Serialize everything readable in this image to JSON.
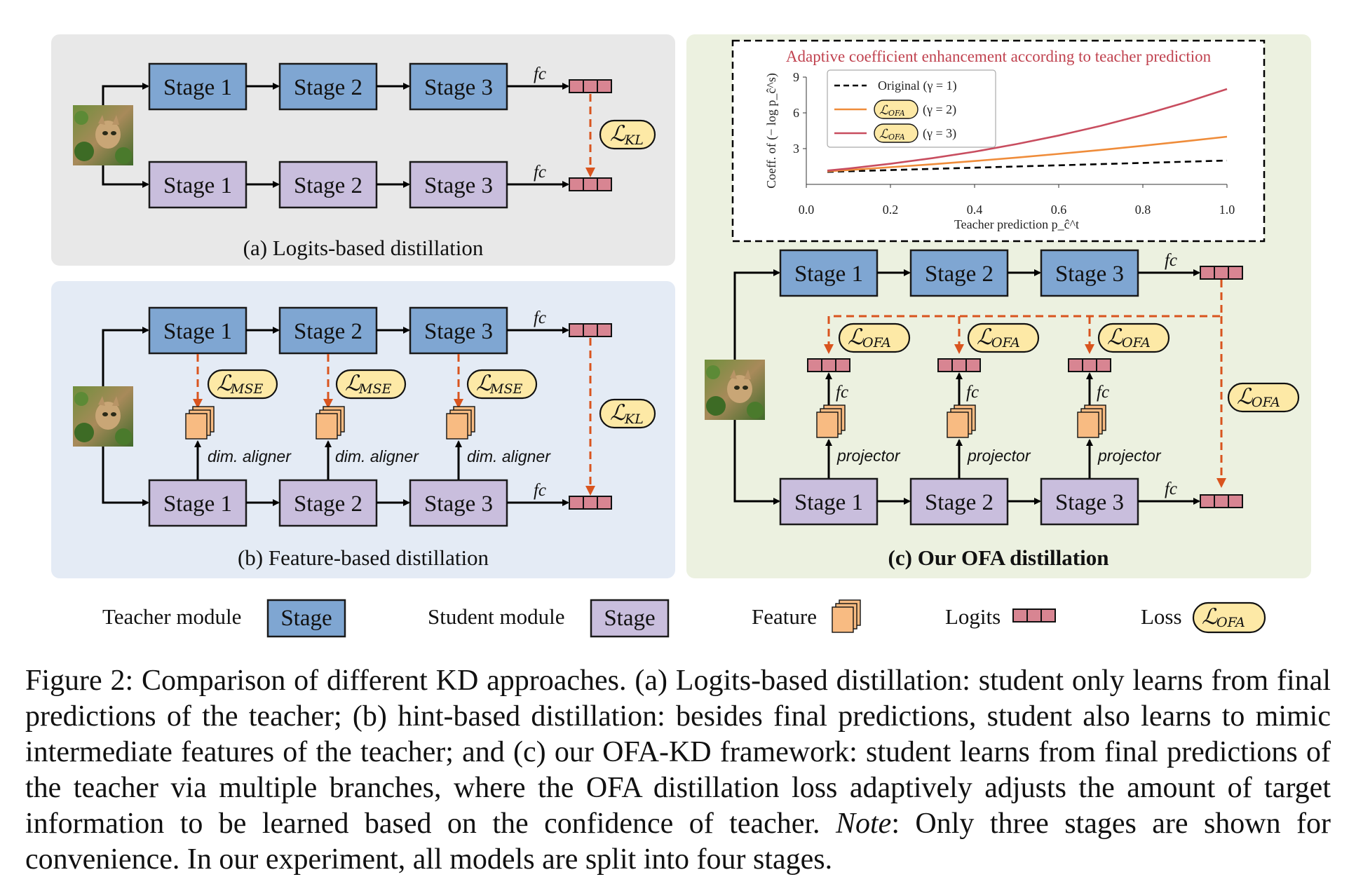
{
  "panels": {
    "a": {
      "title": "(a) Logits-based distillation",
      "loss": "KL"
    },
    "b": {
      "title": "(b) Feature-based distillation",
      "loss_feat": "MSE",
      "loss_out": "KL",
      "aligner": "dim. aligner"
    },
    "c": {
      "title": "(c) Our OFA distillation",
      "loss": "OFA",
      "projector": "projector"
    }
  },
  "stage_labels": [
    "Stage 1",
    "Stage 2",
    "Stage 3"
  ],
  "fc_label": "fc",
  "inset_chart": {
    "title": "Adaptive coefficient enhancement according to teacher prediction",
    "xlabel": "Teacher prediction p_ĉ^t",
    "ylabel": "Coeff. of (− log p_ĉ^s)",
    "xticks": [
      "0.0",
      "0.2",
      "0.4",
      "0.6",
      "0.8",
      "1.0"
    ],
    "yticks": [
      "3",
      "6",
      "9"
    ],
    "legend": [
      {
        "label": "Original (γ = 1)",
        "style": "dashed",
        "color": "#000000"
      },
      {
        "label": "(γ = 2)",
        "loss": "OFA",
        "color": "#ef8c3a"
      },
      {
        "label": "(γ = 3)",
        "loss": "OFA",
        "color": "#c84d5f"
      }
    ]
  },
  "chart_data": {
    "type": "line",
    "title": "Adaptive coefficient enhancement according to teacher prediction",
    "xlabel": "Teacher prediction p_ĉ^t",
    "ylabel": "Coeff. of (− log p_ĉ^s)",
    "xlim": [
      0.0,
      1.0
    ],
    "ylim": [
      0,
      9
    ],
    "x": [
      0.05,
      0.1,
      0.2,
      0.3,
      0.4,
      0.5,
      0.6,
      0.7,
      0.8,
      0.9,
      1.0
    ],
    "series": [
      {
        "name": "Original (γ = 1)",
        "values": [
          1.05,
          1.1,
          1.2,
          1.3,
          1.4,
          1.5,
          1.6,
          1.7,
          1.8,
          1.9,
          2.0
        ]
      },
      {
        "name": "L_OFA (γ = 2)",
        "values": [
          1.1,
          1.2,
          1.44,
          1.69,
          1.96,
          2.25,
          2.56,
          2.89,
          3.24,
          3.61,
          4.0
        ]
      },
      {
        "name": "L_OFA (γ = 3)",
        "values": [
          1.16,
          1.33,
          1.73,
          2.2,
          2.74,
          3.38,
          4.1,
          4.91,
          5.83,
          6.86,
          8.0
        ]
      }
    ]
  },
  "legend_row": {
    "teacher": "Teacher module",
    "student": "Student module",
    "stage": "Stage",
    "feature": "Feature",
    "logits": "Logits",
    "loss": "Loss"
  },
  "caption": {
    "part1": "Figure 2: Comparison of different KD approaches. (a) Logits-based distillation: student only learns from final predictions of the teacher; (b) hint-based distillation: besides final predictions, student also learns to mimic intermediate features of the teacher; and (c) our OFA-KD framework: student learns from final predictions of the teacher via multiple branches, where the OFA distillation loss adaptively adjusts the amount of target information to be learned based on the confidence of teacher.",
    "note_label": "Note",
    "part2": ": Only three stages are shown for convenience. In our experiment, all models are split into four stages."
  }
}
